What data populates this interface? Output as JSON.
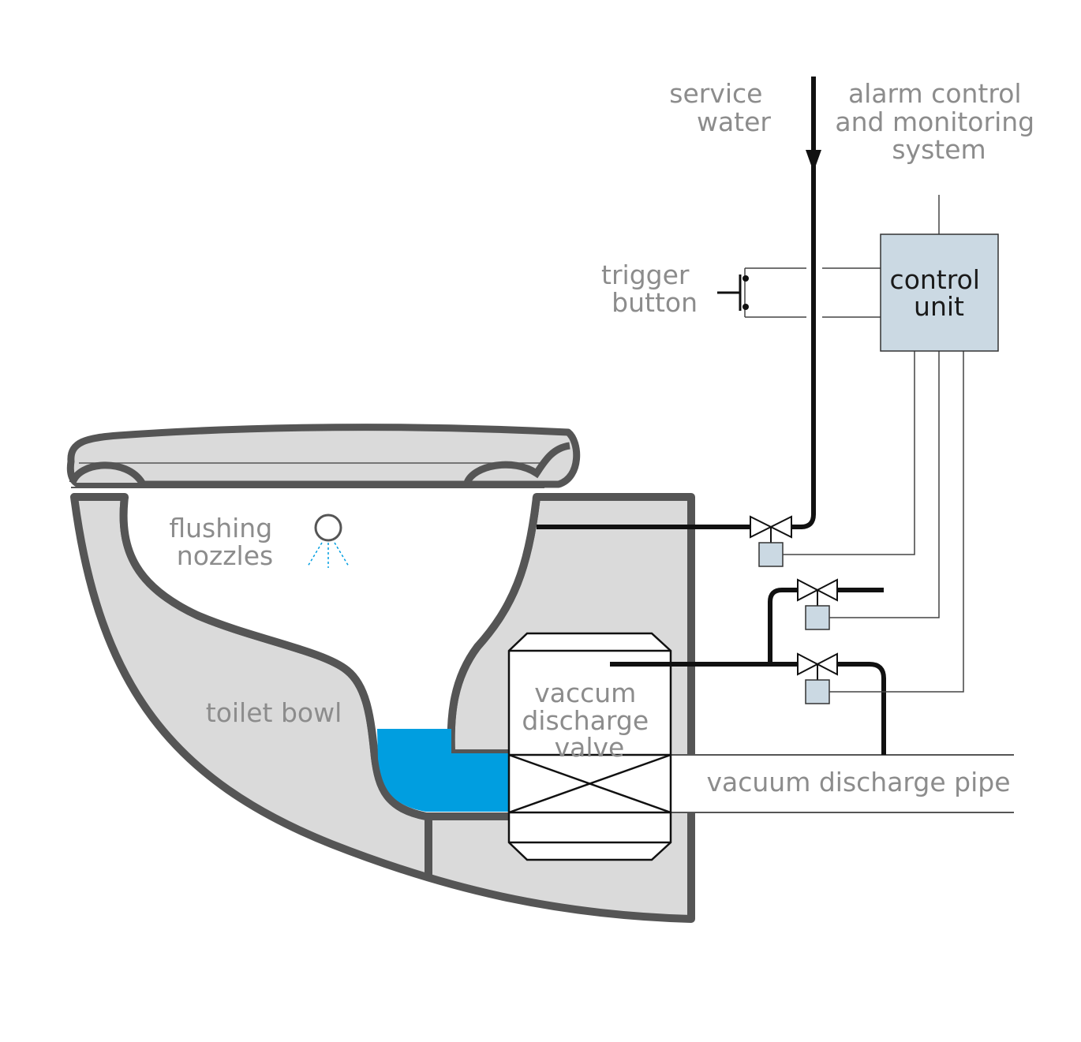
{
  "colors": {
    "outline": "#555555",
    "fill": "#dadada",
    "pipe": "#111111",
    "wire": "#444444",
    "water": "#009ee0",
    "unit_fill": "#cbd9e3",
    "label": "#8c8c8c"
  },
  "labels": {
    "service_water": [
      "service",
      "water"
    ],
    "alarm_system": [
      "alarm control",
      "and monitoring",
      "system"
    ],
    "trigger_button": [
      "trigger",
      "button"
    ],
    "control_unit": [
      "control",
      "unit"
    ],
    "flushing_nozzles": [
      "flushing",
      "nozzles"
    ],
    "toilet_bowl": "toilet bowl",
    "discharge_valve": [
      "vaccum",
      "discharge",
      "valve"
    ],
    "discharge_pipe": "vacuum discharge pipe"
  },
  "icons": {
    "nozzle": "flushing-nozzle-icon",
    "valve": "valve-icon",
    "switch": "push-button-switch-icon",
    "arrow": "flow-arrow-icon"
  }
}
